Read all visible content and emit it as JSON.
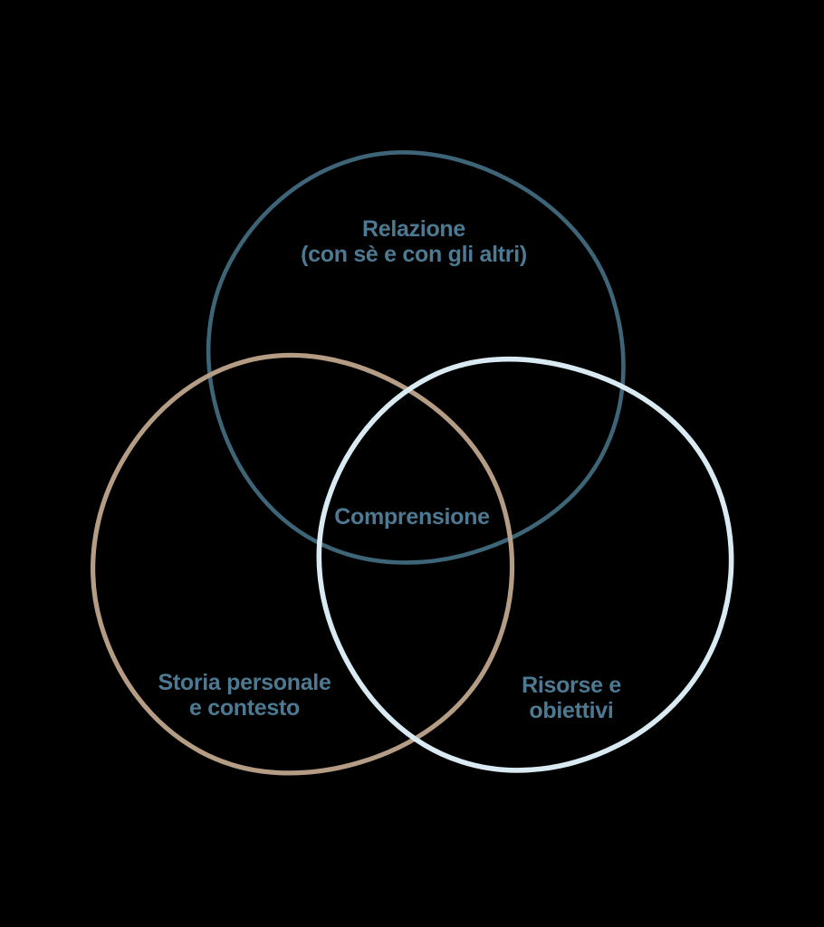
{
  "page": {
    "background": "#000000"
  },
  "diagram": {
    "type": "venn",
    "labels": {
      "relazione": {
        "line1": "Relazione",
        "line2": "(con sè e con gli altri)"
      },
      "storia": {
        "line1": "Storia personale",
        "line2": "e contesto"
      },
      "risorse": {
        "line1": "Risorse e",
        "line2": "obiettivi"
      },
      "center": "Comprensione"
    },
    "colors": {
      "relazione_circle": "#3e6577",
      "storia_circle": "#b59c85",
      "risorse_circle": "#daeaf3",
      "label_text": "#4d7a92"
    }
  }
}
